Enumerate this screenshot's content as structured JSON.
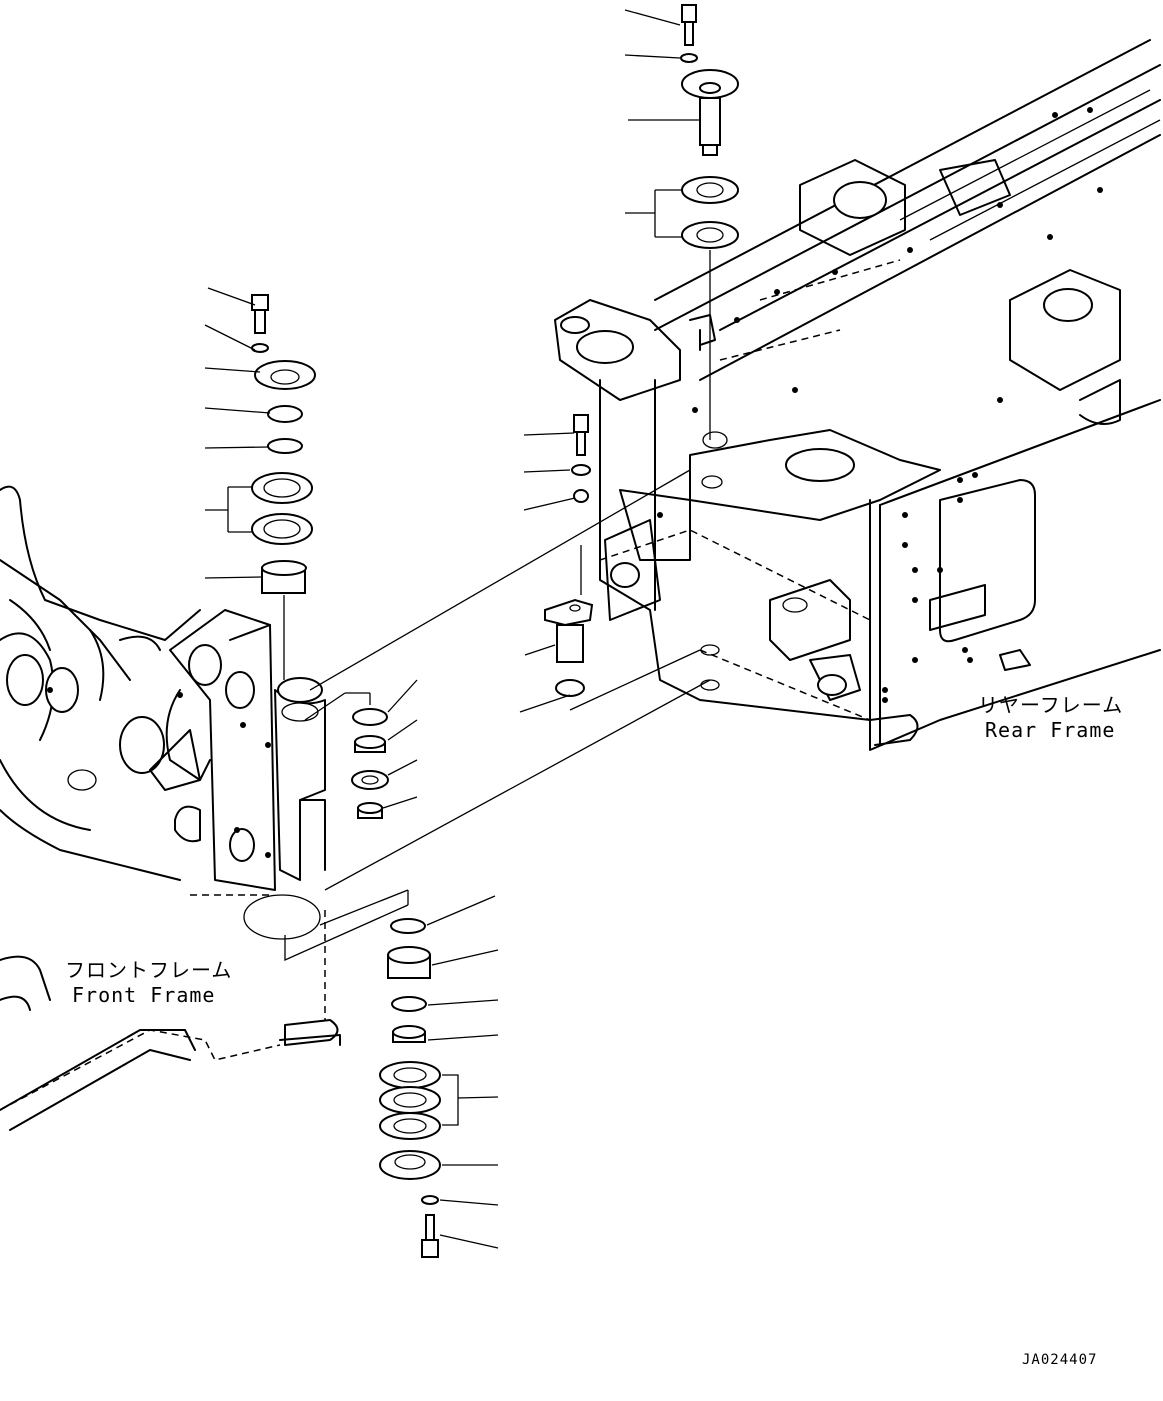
{
  "labels": {
    "rear_frame_jp": "リヤーフレーム",
    "rear_frame_en": "Rear Frame",
    "front_frame_jp": "フロントフレーム",
    "front_frame_en": "Front Frame"
  },
  "drawing_code": "JA024407"
}
